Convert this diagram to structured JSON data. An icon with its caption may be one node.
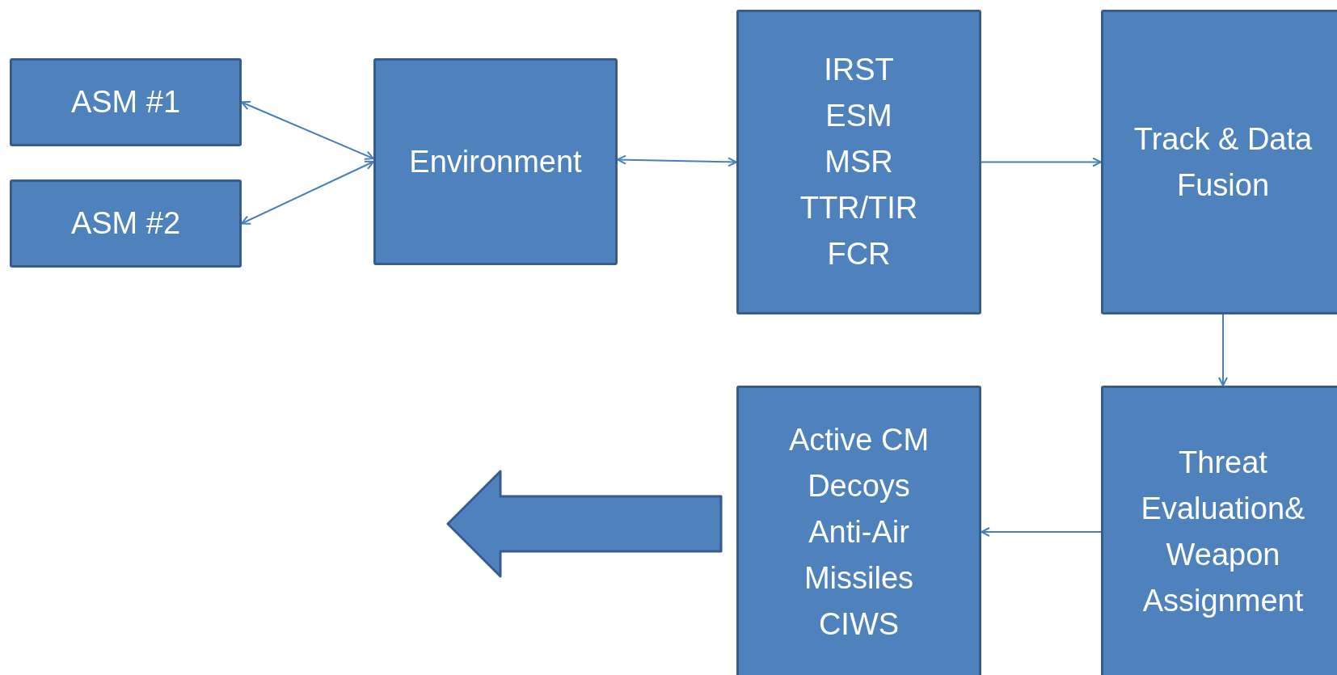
{
  "diagram": {
    "nodes": [
      {
        "text": [
          "ASM #1"
        ]
      },
      {
        "text": [
          "ASM #2"
        ]
      },
      {
        "text": [
          "Environment"
        ]
      },
      {
        "text": [
          "IRST",
          "ESM",
          "MSR",
          "TTR/TIR",
          "FCR"
        ]
      },
      {
        "text": [
          "Track & Data Fusion"
        ]
      },
      {
        "text": [
          "Threat Evaluation& Weapon Assignment"
        ]
      },
      {
        "text": [
          "Active CM",
          "Decoys",
          "Anti-Air",
          "Missiles",
          "CIWS"
        ]
      },
      {
        "text": [],
        "shape": "arrow"
      }
    ],
    "edges": [
      {
        "from": 0,
        "to": 2,
        "arrow": "both"
      },
      {
        "from": 1,
        "to": 2,
        "arrow": "both"
      },
      {
        "from": 2,
        "to": 3,
        "arrow": "both"
      },
      {
        "from": 3,
        "to": 4,
        "arrow": "to"
      },
      {
        "from": 4,
        "to": 5,
        "arrow": "to"
      },
      {
        "from": 5,
        "to": 6,
        "arrow": "to"
      }
    ]
  }
}
